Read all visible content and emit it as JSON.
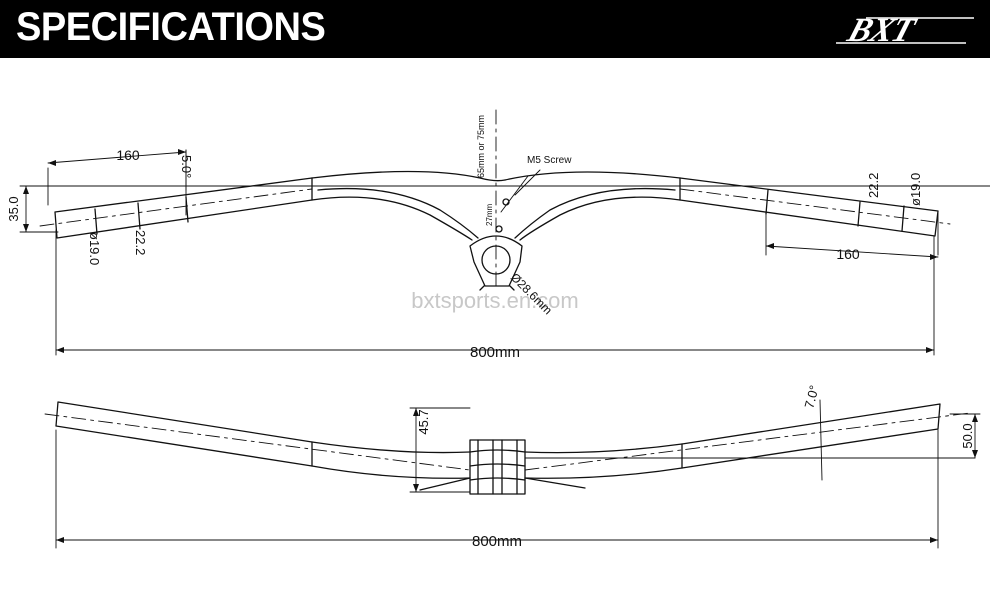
{
  "header": {
    "title": "SPECIFICATIONS",
    "brand": "BXT"
  },
  "watermark": "bxtsports.en.com",
  "top_view": {
    "grip_length_left": "160",
    "grip_length_right": "160",
    "upsweep_left": "5.0°",
    "rise_height": "35.0",
    "grip_diameter_left": "ø19.0",
    "grip_diameter_right": "ø19.0",
    "bar_diameter_left": "22.2",
    "bar_diameter_right": "22.2",
    "stem_length": "65mm or 75mm",
    "screw_label": "M5 Screw",
    "clamp_depth": "27mm",
    "clamp_diameter": "Ø28.6mm",
    "width": "800mm"
  },
  "front_view": {
    "stem_height": "45.7",
    "backsweep": "7.0°",
    "rise": "50.0",
    "width": "800mm"
  },
  "colors": {
    "header_bg": "#000000",
    "header_text": "#ffffff",
    "line": "#111111",
    "watermark": "#c8c8c8"
  }
}
